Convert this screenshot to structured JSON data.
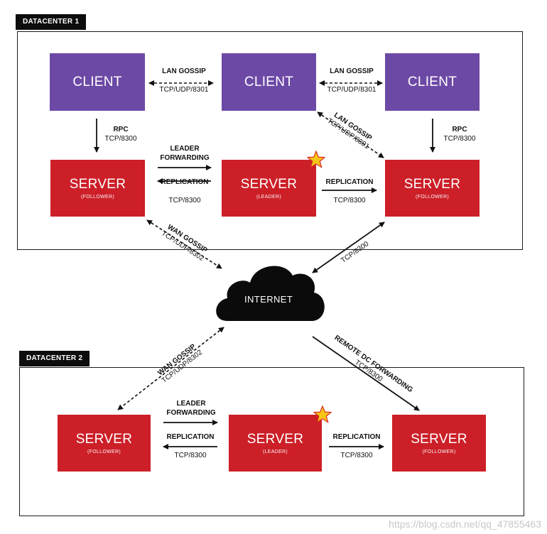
{
  "datacenter1": {
    "label": "DATACENTER 1",
    "clients": [
      {
        "title": "CLIENT"
      },
      {
        "title": "CLIENT"
      },
      {
        "title": "CLIENT"
      }
    ],
    "servers": [
      {
        "title": "SERVER",
        "role": "(FOLLOWER)"
      },
      {
        "title": "SERVER",
        "role": "(LEADER)"
      },
      {
        "title": "SERVER",
        "role": "(FOLLOWER)"
      }
    ],
    "lan_gossip": {
      "label": "LAN GOSSIP",
      "port": "TCP/UDP/8301"
    },
    "rpc": {
      "label": "RPC",
      "port": "TCP/8300"
    },
    "leader_forwarding": "LEADER FORWARDING",
    "replication": {
      "label": "REPLICATION",
      "port": "TCP/8300"
    },
    "wan_gossip": {
      "label": "WAN GOSSIP",
      "port": "TCP/UDP/8302"
    },
    "internet_link_port": "TCP/8300"
  },
  "internet": {
    "label": "INTERNET"
  },
  "datacenter2": {
    "label": "DATACENTER 2",
    "servers": [
      {
        "title": "SERVER",
        "role": "(FOLLOWER)"
      },
      {
        "title": "SERVER",
        "role": "(LEADER)"
      },
      {
        "title": "SERVER",
        "role": "(FOLLOWER)"
      }
    ],
    "wan_gossip": {
      "label": "WAN GOSSIP",
      "port": "TCP/UDP/8302"
    },
    "remote_dc_forwarding": {
      "label": "REMOTE DC FORWARDING",
      "port": "TCP/8300"
    },
    "leader_forwarding": "LEADER FORWARDING",
    "replication": {
      "label": "REPLICATION",
      "port": "TCP/8300"
    }
  },
  "watermark": "https://blog.csdn.net/qq_47855463",
  "colors": {
    "client": "#6d49a6",
    "server": "#cc1f28",
    "star": "#f5c518"
  }
}
